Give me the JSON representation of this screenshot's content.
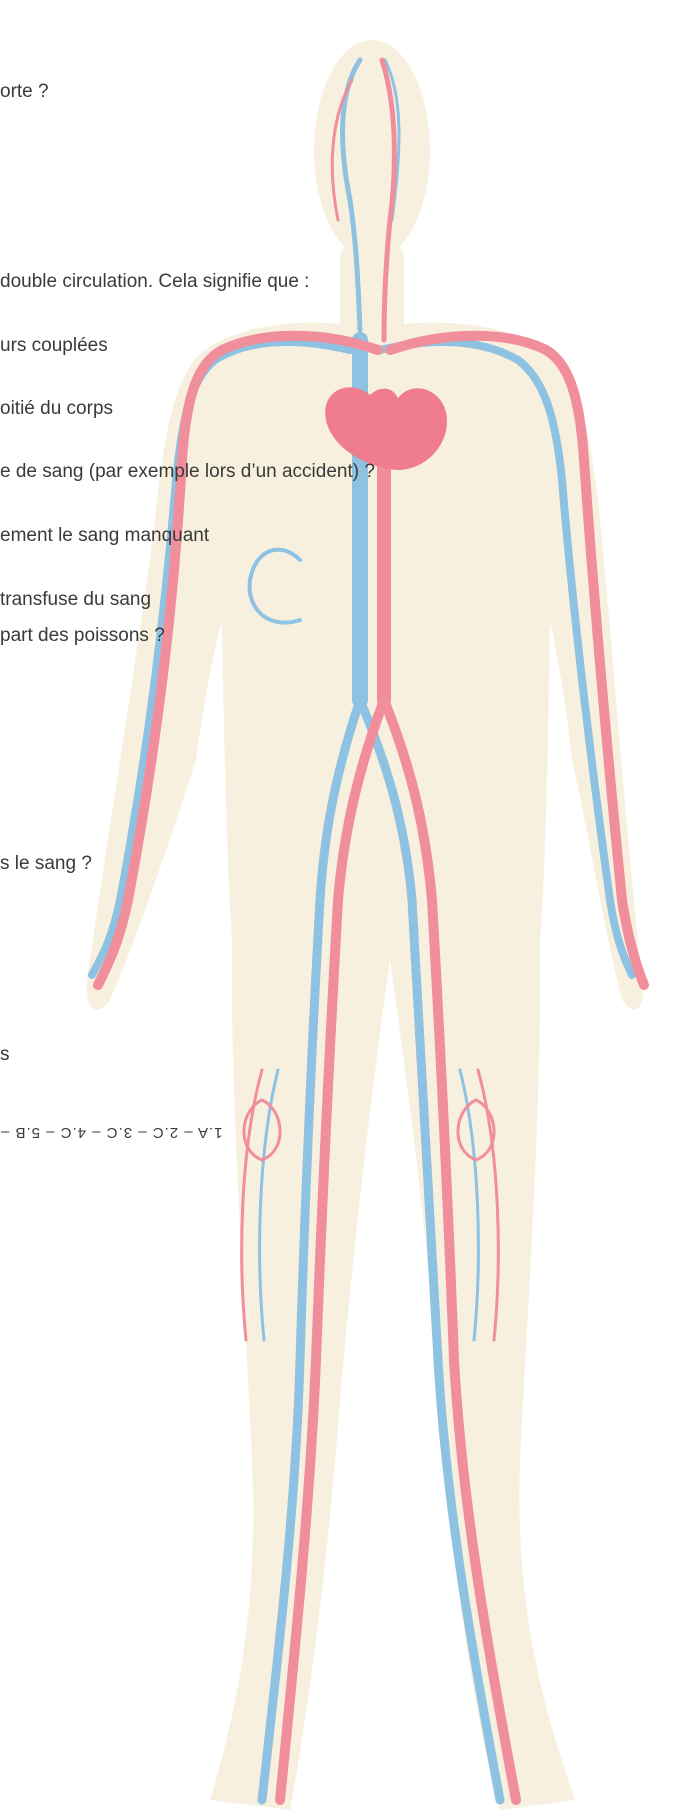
{
  "quiz": {
    "q1_line": "orte ?",
    "q2_intro": "double circulation. Cela signifie que :",
    "q2_opt1": "urs couplées",
    "q2_opt2": "oitié du corps",
    "q3_line": "e de sang (par exemple lors d’un accident) ?",
    "q3_opt1": "ement le sang manquant",
    "q3_opt2": "transfuse du sang",
    "q4_line": "part des poissons ?",
    "q5_line": "s le sang ?",
    "q6_opt": "s",
    "answers": "1.A – 2.C – 3.C – 4.C – 5.B –"
  },
  "illustration": {
    "subject": "human circulatory system",
    "colors": {
      "body": "#f8f0de",
      "artery": "#f18e9b",
      "vein": "#8ec2e3",
      "heart": "#ef7d8e"
    }
  }
}
